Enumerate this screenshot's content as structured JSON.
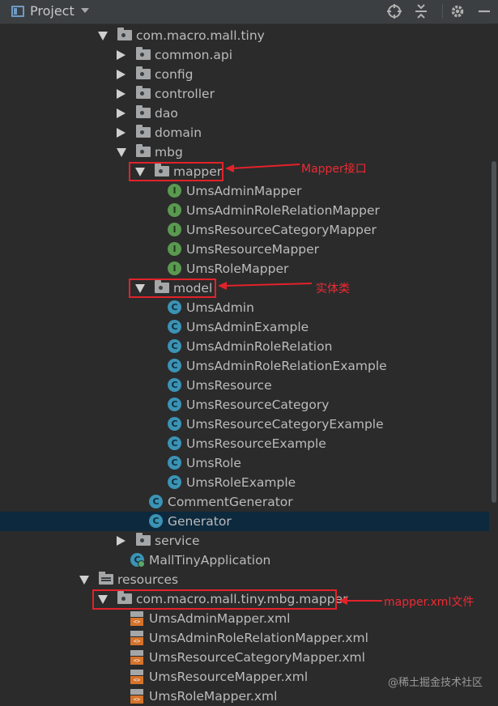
{
  "header": {
    "title": "Project"
  },
  "tree": [
    {
      "label": "com.macro.mall.tiny",
      "indent": 1,
      "arrow": "open",
      "icon": "package-folder"
    },
    {
      "label": "common.api",
      "indent": 2,
      "arrow": "closed",
      "icon": "package-folder"
    },
    {
      "label": "config",
      "indent": 2,
      "arrow": "closed",
      "icon": "package-folder"
    },
    {
      "label": "controller",
      "indent": 2,
      "arrow": "closed",
      "icon": "package-folder"
    },
    {
      "label": "dao",
      "indent": 2,
      "arrow": "closed",
      "icon": "package-folder"
    },
    {
      "label": "domain",
      "indent": 2,
      "arrow": "closed",
      "icon": "package-folder"
    },
    {
      "label": "mbg",
      "indent": 2,
      "arrow": "open",
      "icon": "package-folder"
    },
    {
      "label": "mapper",
      "indent": 3,
      "arrow": "open",
      "icon": "package-folder"
    },
    {
      "label": "UmsAdminMapper",
      "indent": 4,
      "arrow": "none",
      "icon": "interface"
    },
    {
      "label": "UmsAdminRoleRelationMapper",
      "indent": 4,
      "arrow": "none",
      "icon": "interface"
    },
    {
      "label": "UmsResourceCategoryMapper",
      "indent": 4,
      "arrow": "none",
      "icon": "interface"
    },
    {
      "label": "UmsResourceMapper",
      "indent": 4,
      "arrow": "none",
      "icon": "interface"
    },
    {
      "label": "UmsRoleMapper",
      "indent": 4,
      "arrow": "none",
      "icon": "interface"
    },
    {
      "label": "model",
      "indent": 3,
      "arrow": "open",
      "icon": "package-folder"
    },
    {
      "label": "UmsAdmin",
      "indent": 4,
      "arrow": "none",
      "icon": "class"
    },
    {
      "label": "UmsAdminExample",
      "indent": 4,
      "arrow": "none",
      "icon": "class"
    },
    {
      "label": "UmsAdminRoleRelation",
      "indent": 4,
      "arrow": "none",
      "icon": "class"
    },
    {
      "label": "UmsAdminRoleRelationExample",
      "indent": 4,
      "arrow": "none",
      "icon": "class"
    },
    {
      "label": "UmsResource",
      "indent": 4,
      "arrow": "none",
      "icon": "class"
    },
    {
      "label": "UmsResourceCategory",
      "indent": 4,
      "arrow": "none",
      "icon": "class"
    },
    {
      "label": "UmsResourceCategoryExample",
      "indent": 4,
      "arrow": "none",
      "icon": "class"
    },
    {
      "label": "UmsResourceExample",
      "indent": 4,
      "arrow": "none",
      "icon": "class"
    },
    {
      "label": "UmsRole",
      "indent": 4,
      "arrow": "none",
      "icon": "class"
    },
    {
      "label": "UmsRoleExample",
      "indent": 4,
      "arrow": "none",
      "icon": "class"
    },
    {
      "label": "CommentGenerator",
      "indent": 3,
      "arrow": "none",
      "icon": "class"
    },
    {
      "label": "Generator",
      "indent": 3,
      "arrow": "none",
      "icon": "runnable-class",
      "selected": true
    },
    {
      "label": "service",
      "indent": 2,
      "arrow": "closed",
      "icon": "package-folder"
    },
    {
      "label": "MallTinyApplication",
      "indent": 2,
      "arrow": "none",
      "icon": "spring-app"
    },
    {
      "label": "resources",
      "indent": 0,
      "arrow": "open",
      "icon": "resources-folder"
    },
    {
      "label": "com.macro.mall.tiny.mbg.mapper",
      "indent": 1,
      "arrow": "open",
      "icon": "package-folder"
    },
    {
      "label": "UmsAdminMapper.xml",
      "indent": 2,
      "arrow": "none",
      "icon": "xml-file"
    },
    {
      "label": "UmsAdminRoleRelationMapper.xml",
      "indent": 2,
      "arrow": "none",
      "icon": "xml-file"
    },
    {
      "label": "UmsResourceCategoryMapper.xml",
      "indent": 2,
      "arrow": "none",
      "icon": "xml-file"
    },
    {
      "label": "UmsResourceMapper.xml",
      "indent": 2,
      "arrow": "none",
      "icon": "xml-file"
    },
    {
      "label": "UmsRoleMapper.xml",
      "indent": 2,
      "arrow": "none",
      "icon": "xml-file"
    }
  ],
  "annotations": [
    {
      "text": "Mapper接口",
      "row": 7
    },
    {
      "text": "实体类",
      "row": 13
    },
    {
      "text": "mapper.xml文件",
      "row": 29
    }
  ],
  "watermark": "@稀土掘金技术社区",
  "colors": {
    "background": "#2b2b2b",
    "selection": "#0d293e",
    "annotation_red": "#e2222a",
    "interface_icon": "#5a9950",
    "class_icon": "#3b93b5",
    "xml_icon": "#d6732b"
  }
}
